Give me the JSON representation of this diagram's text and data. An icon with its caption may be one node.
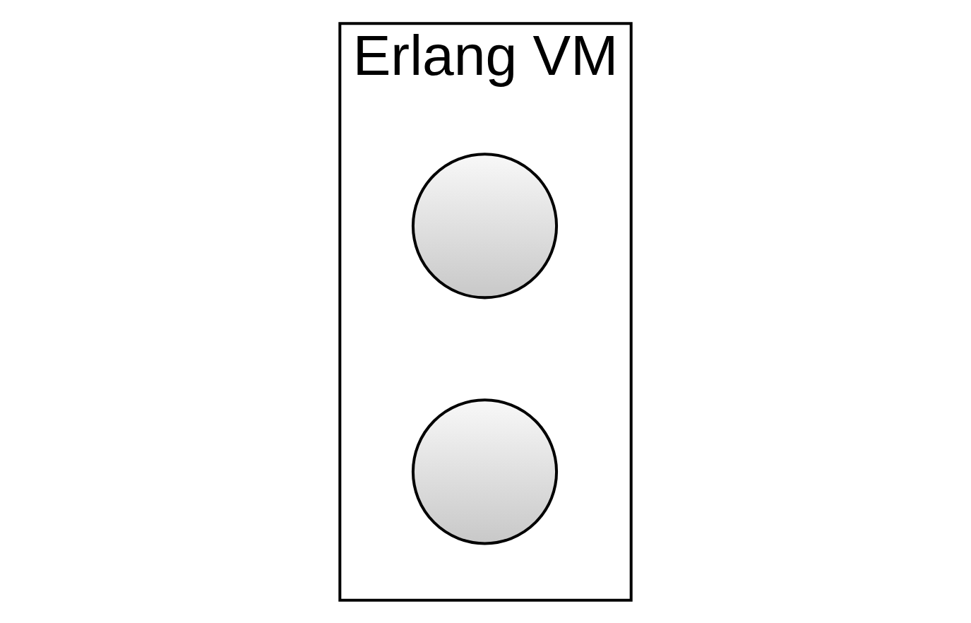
{
  "diagram": {
    "nodes": [
      {
        "text": [
          "Erlang VM"
        ]
      },
      {
        "text": [],
        "shape": "circle",
        "in": 0
      },
      {
        "text": [],
        "shape": "circle",
        "in": 0
      }
    ],
    "edges": []
  }
}
